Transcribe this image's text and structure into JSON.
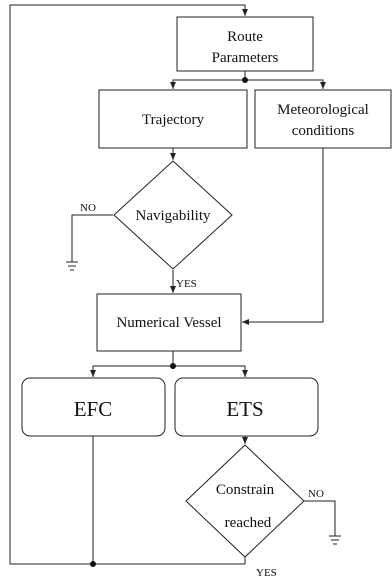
{
  "nodes": {
    "route_parameters": {
      "line1": "Route",
      "line2": "Parameters"
    },
    "trajectory": {
      "label": "Trajectory"
    },
    "meteorological": {
      "line1": "Meteorological",
      "line2": "conditions"
    },
    "navigability": {
      "label": "Navigability"
    },
    "numerical_vessel": {
      "label": "Numerical Vessel"
    },
    "efc": {
      "label": "EFC"
    },
    "ets": {
      "label": "ETS"
    },
    "constrain": {
      "line1": "Constrain",
      "line2": "reached"
    }
  },
  "edge_labels": {
    "navigability_no": "NO",
    "navigability_yes": "YES",
    "constrain_no": "NO",
    "constrain_yes": "YES"
  }
}
